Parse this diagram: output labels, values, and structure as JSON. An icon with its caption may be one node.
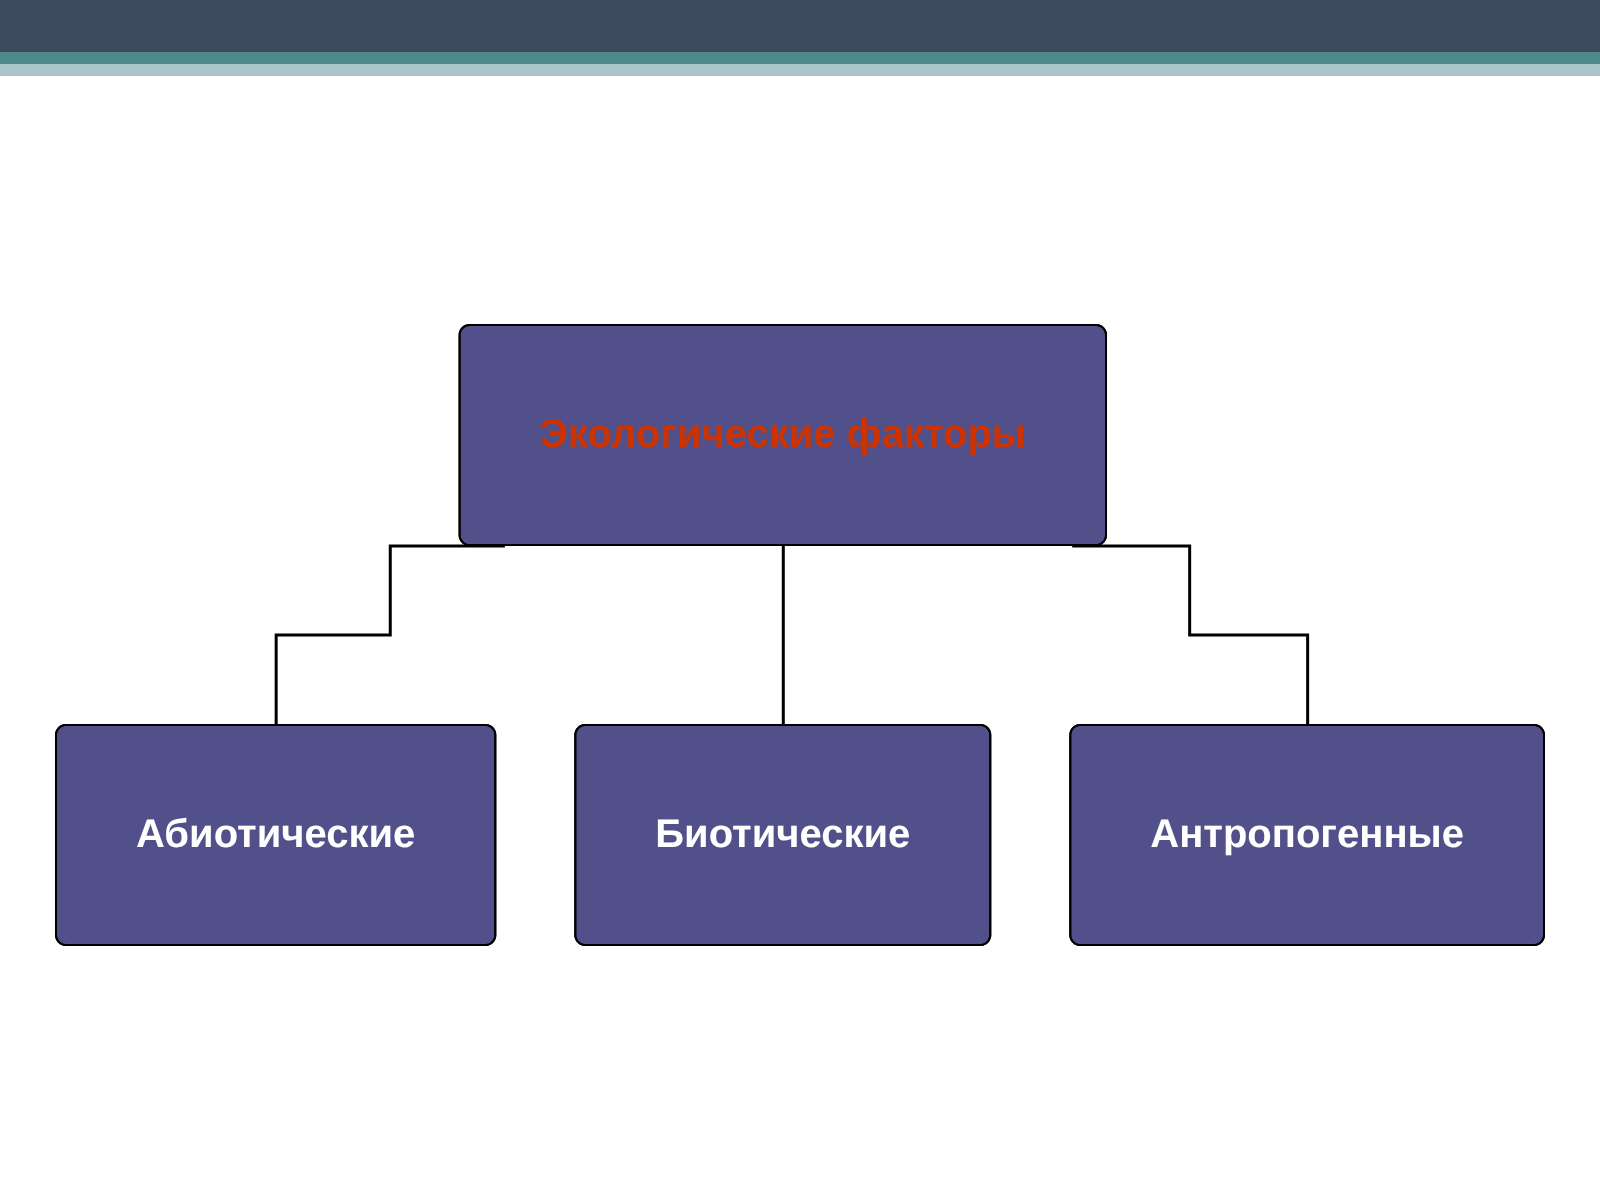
{
  "diagram": {
    "nodes": [
      {
        "text": [
          "Экологические факторы"
        ]
      },
      {
        "text": [
          "Абиотические"
        ]
      },
      {
        "text": [
          "Биотические"
        ]
      },
      {
        "text": [
          "Антропогенные"
        ]
      }
    ],
    "edges": [
      {
        "from": 0,
        "to": 1,
        "arrow": "none"
      },
      {
        "from": 0,
        "to": 2,
        "arrow": "none"
      },
      {
        "from": 0,
        "to": 3,
        "arrow": "none"
      }
    ]
  }
}
